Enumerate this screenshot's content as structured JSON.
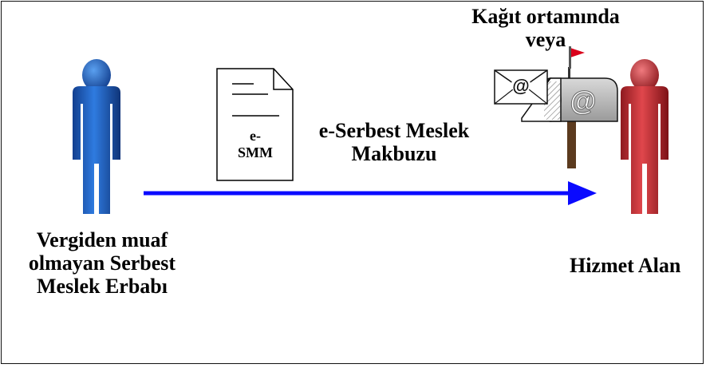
{
  "sender": {
    "label_lines": [
      "Vergiden muaf",
      "olmayan Serbest",
      "Meslek Erbabı"
    ],
    "color": "#1f5fc4"
  },
  "receiver": {
    "label": "Hizmet Alan",
    "color": "#c0272d"
  },
  "document": {
    "label_lines": [
      "e-",
      "SMM"
    ]
  },
  "arrow": {
    "label_lines": [
      "e-Serbest Meslek",
      "Makbuzu"
    ],
    "color": "#0a0aff"
  },
  "top_note": {
    "lines": [
      "Kağıt ortamında",
      "veya"
    ]
  },
  "mailbox": {
    "symbol": "@",
    "icon": "mailbox-icon",
    "envelope_icon": "envelope-icon",
    "flag_color": "#d9001b"
  }
}
